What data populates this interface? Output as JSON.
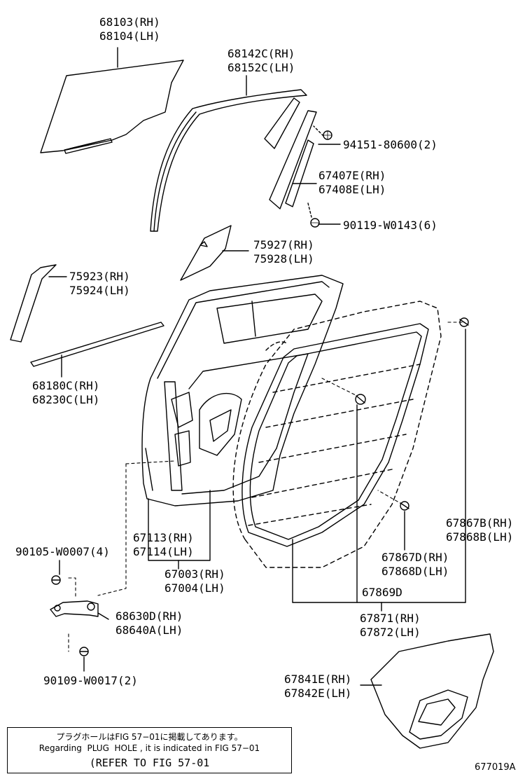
{
  "labels": {
    "p68103": "68103(RH)",
    "p68104": "68104(LH)",
    "p68142c": "68142C(RH)",
    "p68152c": "68152C(LH)",
    "p94151": "94151-80600(2)",
    "p67407e": "67407E(RH)",
    "p67408e": "67408E(LH)",
    "p90119": "90119-W0143(6)",
    "p75927": "75927(RH)",
    "p75928": "75928(LH)",
    "p75923": "75923(RH)",
    "p75924": "75924(LH)",
    "p68180c": "68180C(RH)",
    "p68230c": "68230C(LH)",
    "p67113": "67113(RH)",
    "p67114": "67114(LH)",
    "p67003": "67003(RH)",
    "p67004": "67004(LH)",
    "p90105": "90105-W0007(4)",
    "p68630d": "68630D(RH)",
    "p68640a": "68640A(LH)",
    "p90109": "90109-W0017(2)",
    "p67867b": "67867B(RH)",
    "p67868b": "67868B(LH)",
    "p67867d": "67867D(RH)",
    "p67868d": "67868D(LH)",
    "p67869d": "67869D",
    "p67871": "67871(RH)",
    "p67872": "67872(LH)",
    "p67841e": "67841E(RH)",
    "p67842e": "67842E(LH)"
  },
  "note": {
    "line_jp": "プラグホールはFIG 57−01に掲載してあります。",
    "line_en": "Regarding  PLUG  HOLE , it is indicated in FIG 57−01",
    "line_ref": "(REFER TO FIG 57-01"
  },
  "figure_code": "677019A"
}
